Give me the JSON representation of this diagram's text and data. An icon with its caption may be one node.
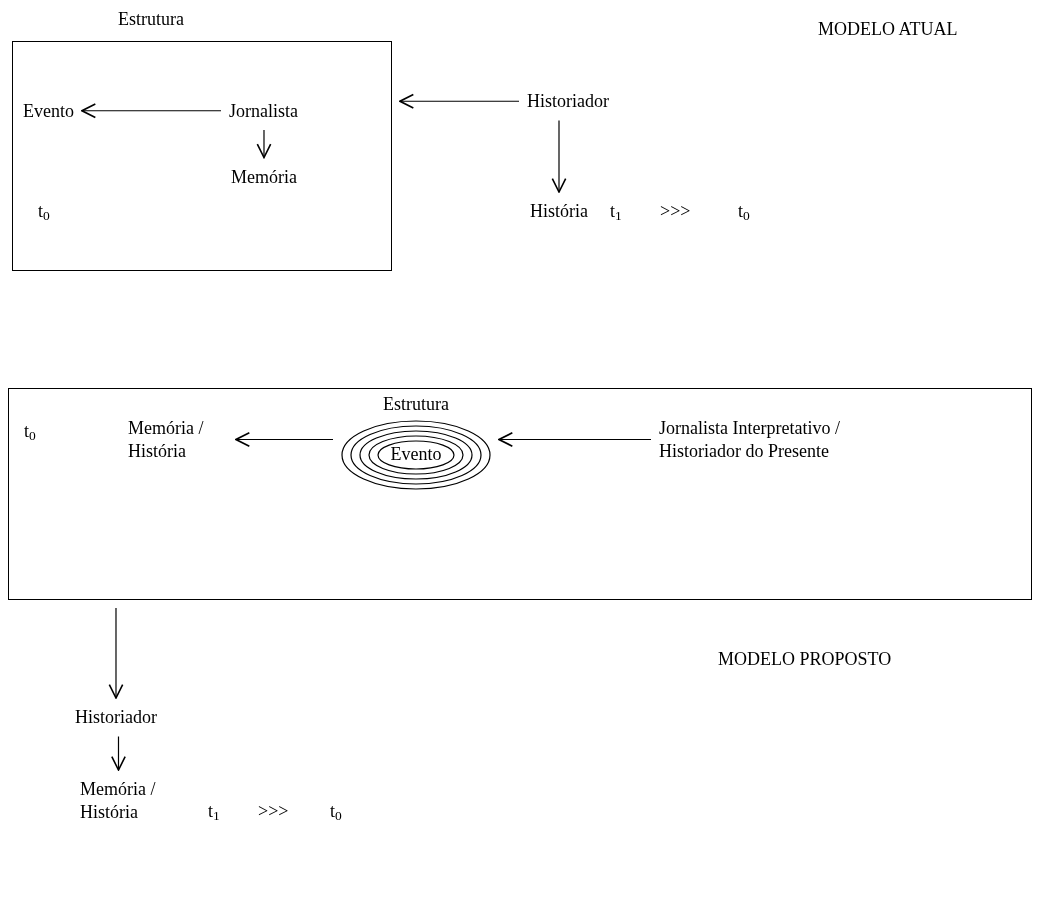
{
  "diagram": {
    "nodes": [
      {
        "text": [
          "Estrutura"
        ]
      },
      {
        "text": [
          "Evento"
        ],
        "in": 0
      },
      {
        "text": [
          "Jornalista"
        ],
        "in": 0
      },
      {
        "text": [
          "Memória"
        ],
        "in": 0
      },
      {
        "text": [
          "Historiador"
        ]
      },
      {
        "text": [
          "História"
        ]
      },
      {
        "text": [],
        "shape": "box"
      },
      {
        "text": [
          "Memória / História"
        ],
        "in": 6
      },
      {
        "text": [
          "Estrutura",
          "Evento"
        ],
        "in": 6
      },
      {
        "text": [
          "Jornalista Interpretativo / Historiador do Presente"
        ],
        "in": 6
      },
      {
        "text": [
          "Historiador"
        ]
      },
      {
        "text": [
          "Memória / História"
        ]
      }
    ],
    "edges": [
      {
        "from": 2,
        "to": 1,
        "arrow": "to"
      },
      {
        "from": 2,
        "to": 3,
        "arrow": "to"
      },
      {
        "from": 4,
        "to": 0,
        "arrow": "to"
      },
      {
        "from": 4,
        "to": 5,
        "arrow": "to"
      },
      {
        "from": 8,
        "to": 7,
        "arrow": "to"
      },
      {
        "from": 9,
        "to": 8,
        "arrow": "to"
      },
      {
        "from": 6,
        "to": 10,
        "arrow": "to"
      },
      {
        "from": 10,
        "to": 11,
        "arrow": "to"
      }
    ],
    "labels": [
      "MODELO ATUAL",
      "t$_{0}$",
      "t$_{1}$",
      ">>>",
      "t$_{0}$",
      "t$_{0}$",
      "MODELO PROPOSTO",
      "t$_{1}$",
      ">>>",
      "t$_{0}$"
    ]
  }
}
